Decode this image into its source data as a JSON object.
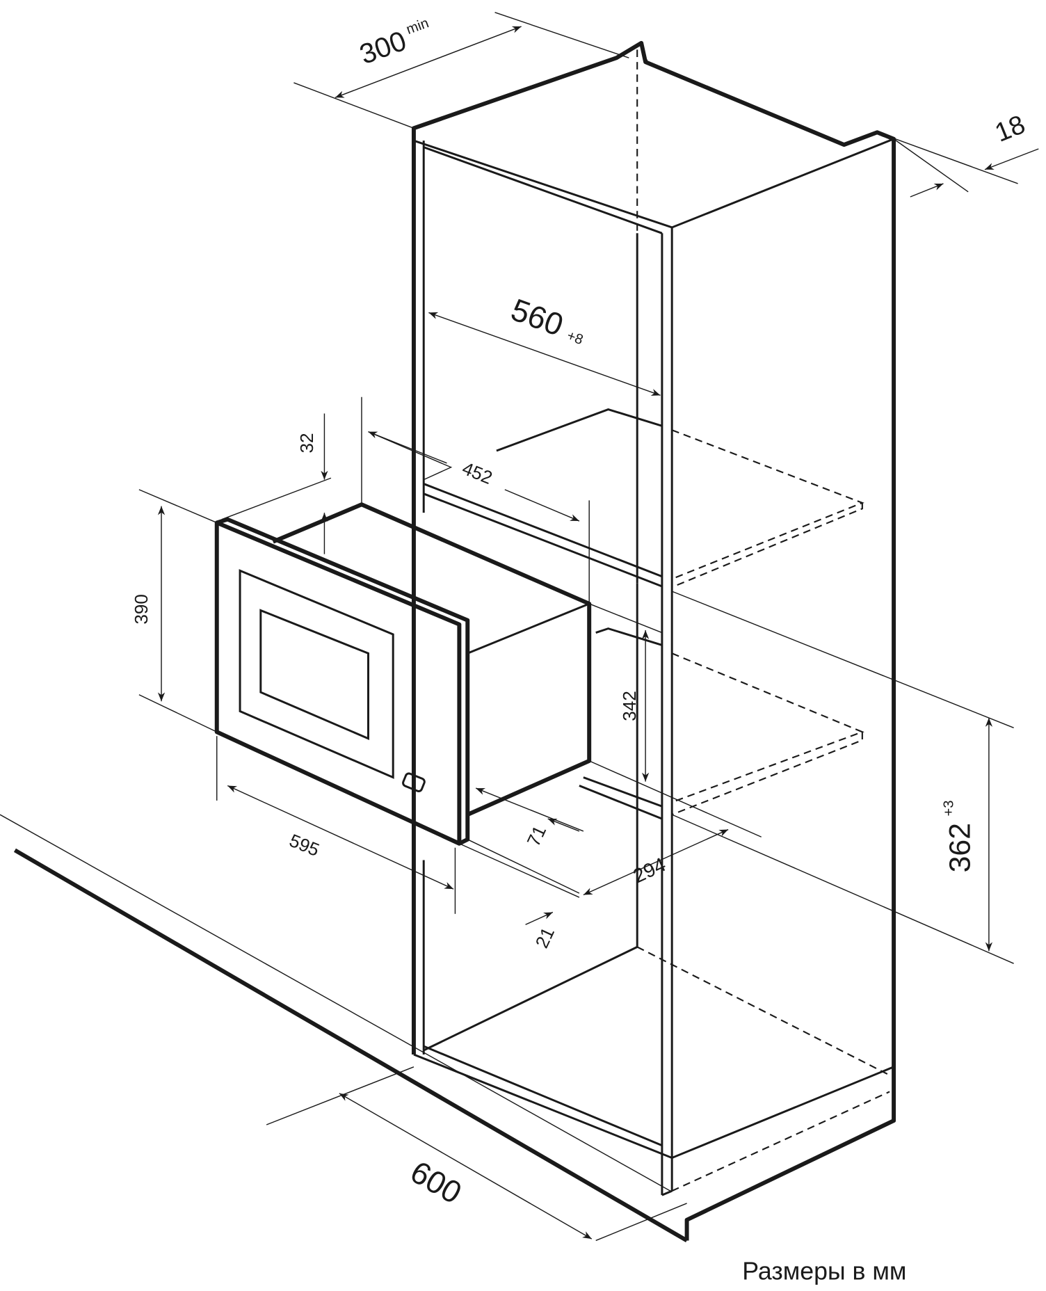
{
  "dimensions": {
    "niche_depth_min": "300",
    "niche_depth_min_suffix": "min",
    "panel_thickness": "18",
    "niche_width": "560",
    "niche_width_tolerance": "+8",
    "appliance_depth": "452",
    "top_gap": "32",
    "front_height": "390",
    "body_height": "342",
    "front_width": "595",
    "frame_depth": "71",
    "offset": "21",
    "body_width": "294",
    "niche_height": "362",
    "niche_height_tolerance": "+3",
    "cabinet_width": "600"
  },
  "caption": "Размеры в мм"
}
